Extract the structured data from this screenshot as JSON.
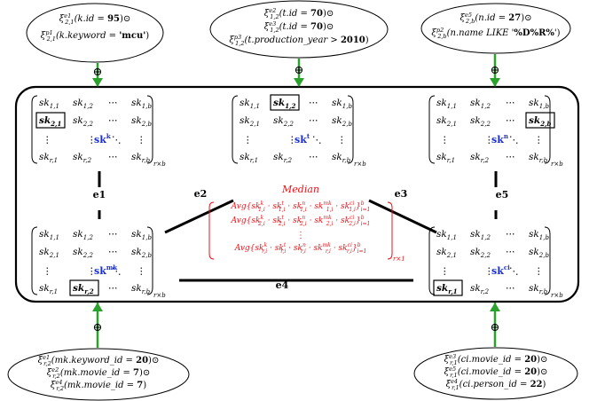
{
  "predicates": {
    "top_left": [
      {
        "sym": "ξ",
        "sup": "e1",
        "sub": "2,1",
        "pre": "(k.id = ",
        "val": "95",
        "post": ")⊙"
      },
      {
        "sym": "ξ",
        "sup": "p1",
        "sub": "2,1",
        "pre": "(k.keyword = ",
        "val": "'mcu'",
        "post": ")"
      }
    ],
    "top_center": [
      {
        "sym": "ξ",
        "sup": "e2",
        "sub": "1,2",
        "pre": "(t.id = ",
        "val": "70",
        "post": ")⊙"
      },
      {
        "sym": "ξ",
        "sup": "e3",
        "sub": "1,2",
        "pre": "(t.id = ",
        "val": "70",
        "post": ")⊙"
      },
      {
        "sym": "ξ",
        "sup": "p3",
        "sub": "1,2",
        "pre": "(t.production_year > ",
        "val": "2010",
        "post": ")"
      }
    ],
    "top_right": [
      {
        "sym": "ξ",
        "sup": "e5",
        "sub": "2,b",
        "pre": "(n.id = ",
        "val": "27",
        "post": ")⊙"
      },
      {
        "sym": "ξ",
        "sup": "p2",
        "sub": "2,b",
        "pre": "(n.name LIKE '",
        "val": "%D%R%",
        "post": "')"
      }
    ],
    "bottom_left": [
      {
        "sym": "ξ",
        "sup": "e1",
        "sub": "r,2",
        "pre": "(mk.keyword_id = ",
        "val": "20",
        "post": ")⊙"
      },
      {
        "sym": "ξ",
        "sup": "e2",
        "sub": "r,2",
        "pre": "(mk.movie_id = ",
        "val": "7",
        "post": ")⊙"
      },
      {
        "sym": "ξ",
        "sup": "e4",
        "sub": "r,2",
        "pre": "(mk.movie_id = ",
        "val": "7",
        "post": ")"
      }
    ],
    "bottom_right": [
      {
        "sym": "ξ",
        "sup": "e3",
        "sub": "r,1",
        "pre": "(ci.movie_id = ",
        "val": "20",
        "post": ")⊙"
      },
      {
        "sym": "ξ",
        "sup": "e5",
        "sub": "r,1",
        "pre": "(ci.movie_id = ",
        "val": "20",
        "post": ")⊙"
      },
      {
        "sym": "ξ",
        "sup": "e4",
        "sub": "r,1",
        "pre": "(ci.person_id = ",
        "val": "22",
        "post": ")"
      }
    ]
  },
  "oplus": "⊕",
  "matrix_size": "r×b",
  "sketches": {
    "k": {
      "label": "sk",
      "sup": "k"
    },
    "t": {
      "label": "sk",
      "sup": "t"
    },
    "n": {
      "label": "sk",
      "sup": "n"
    },
    "mk": {
      "label": "sk",
      "sup": "mk"
    },
    "ci": {
      "label": "sk",
      "sup": "ci"
    }
  },
  "edges": [
    "e1",
    "e2",
    "e3",
    "e4",
    "e5"
  ],
  "median": {
    "title": "Median",
    "rows": [
      {
        "pre": "Avg{sk",
        "row": "1",
        "tail": "b",
        "start": "i=1"
      },
      {
        "pre": "Avg{sk",
        "row": "2",
        "tail": "b",
        "start": "i=1"
      },
      {
        "pre": "Avg{sk",
        "row": "r",
        "tail": "b",
        "start": "i=1"
      }
    ],
    "size": "r×1"
  },
  "colors": {
    "arrow": "#2ca02c",
    "highlight": "#1a2fd6",
    "median": "#e8151b"
  }
}
